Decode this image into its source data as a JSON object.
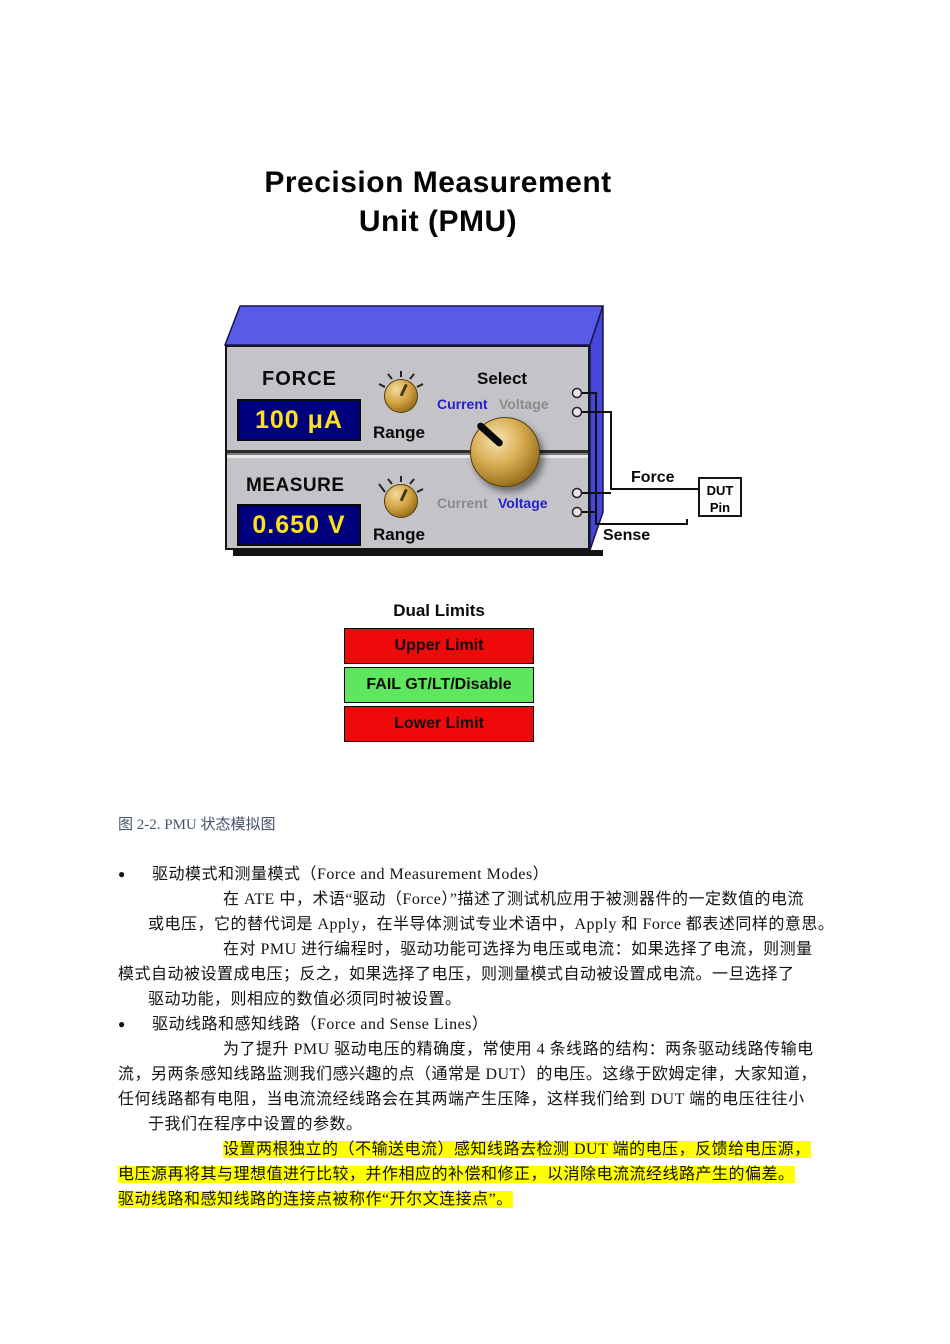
{
  "title": {
    "line1": "Precision Measurement",
    "line2": "Unit (PMU)"
  },
  "pmu_diagram": {
    "force_section": {
      "label": "FORCE",
      "display_value": "100 μA",
      "range_label": "Range",
      "select_label": "Select",
      "current_label": "Current",
      "voltage_label": "Voltage"
    },
    "measure_section": {
      "label": "MEASURE",
      "display_value": "0.650 V",
      "range_label": "Range",
      "current_label": "Current",
      "voltage_label": "Voltage"
    },
    "force_line_label": "Force",
    "sense_line_label": "Sense",
    "dut_pin": {
      "line1": "DUT",
      "line2": "Pin"
    },
    "colors": {
      "box_blue_top": "#5a5ae8",
      "box_blue_side": "#4646d8",
      "panel_gray": "#c4c4c8",
      "display_navy": "#00007d",
      "display_yellow": "#ffe11a",
      "selected_blue": "#2222cc",
      "unselected_gray": "#8a8a8a"
    }
  },
  "dual_limits": {
    "title": "Dual Limits",
    "rows": [
      {
        "label": "Upper Limit",
        "color": "#ee0a0a"
      },
      {
        "label": "FAIL GT/LT/Disable",
        "color": "#5ee65e"
      },
      {
        "label": "Lower Limit",
        "color": "#ee0a0a"
      }
    ]
  },
  "caption": "图 2-2. PMU 状态模拟图",
  "body": {
    "bullet_glyph": "●",
    "highlight_color": "#ffff00",
    "lines": [
      {
        "text": "驱动模式和测量模式（Force and Measurement Modes）"
      },
      {
        "text": "在 ATE 中，术语“驱动（Force）”描述了测试机应用于被测器件的一定数值的电流"
      },
      {
        "text": "或电压，它的替代词是 Apply，在半导体测试专业术语中，Apply 和 Force 都表述同样的意思。"
      },
      {
        "text": "在对 PMU 进行编程时，驱动功能可选择为电压或电流：如果选择了电流，则测量"
      },
      {
        "text": "模式自动被设置成电压；反之，如果选择了电压，则测量模式自动被设置成电流。一旦选择了"
      },
      {
        "text": "驱动功能，则相应的数值必须同时被设置。"
      },
      {
        "text": "驱动线路和感知线路（Force and Sense Lines）"
      },
      {
        "text": "为了提升 PMU 驱动电压的精确度，常使用 4 条线路的结构：两条驱动线路传输电"
      },
      {
        "text": "流，另两条感知线路监测我们感兴趣的点（通常是 DUT）的电压。这缘于欧姆定律，大家知道，"
      },
      {
        "text": "任何线路都有电阻，当电流流经线路会在其两端产生压降，这样我们给到 DUT 端的电压往往小"
      },
      {
        "text": "于我们在程序中设置的参数。"
      },
      {
        "text": "设置两根独立的（不输送电流）感知线路去检测 DUT 端的电压，反馈给电压源，"
      },
      {
        "text": "电压源再将其与理想值进行比较，并作相应的补偿和修正，以消除电流流经线路产生的偏差。"
      },
      {
        "text": "驱动线路和感知线路的连接点被称作“开尔文连接点”。"
      }
    ]
  }
}
